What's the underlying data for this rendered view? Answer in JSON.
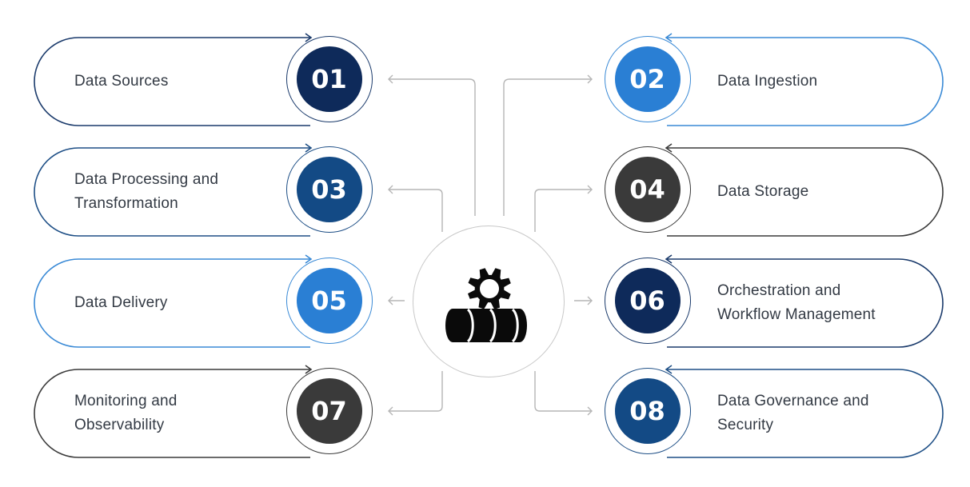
{
  "steps": [
    {
      "num": "01",
      "line1": "Data Sources",
      "line2": "",
      "side": "left",
      "color": "#0e2a5a",
      "outline": "#1a3a6b"
    },
    {
      "num": "02",
      "line1": "Data Ingestion",
      "line2": "",
      "side": "right",
      "color": "#2a7fd4",
      "outline": "#3a8ad6"
    },
    {
      "num": "03",
      "line1": "Data Processing and",
      "line2": "Transformation",
      "side": "left",
      "color": "#134a85",
      "outline": "#1e4f86"
    },
    {
      "num": "04",
      "line1": "Data Storage",
      "line2": "",
      "side": "right",
      "color": "#3a3a3a",
      "outline": "#3a3a3a"
    },
    {
      "num": "05",
      "line1": "Data Delivery",
      "line2": "",
      "side": "left",
      "color": "#2a7fd4",
      "outline": "#3a8ad6"
    },
    {
      "num": "06",
      "line1": "Orchestration and",
      "line2": "Workflow Management",
      "side": "right",
      "color": "#0e2a5a",
      "outline": "#1a3a6b"
    },
    {
      "num": "07",
      "line1": "Monitoring and",
      "line2": "Observability",
      "side": "left",
      "color": "#3a3a3a",
      "outline": "#3a3a3a"
    },
    {
      "num": "08",
      "line1": "Data Governance and",
      "line2": "Security",
      "side": "right",
      "color": "#134a85",
      "outline": "#1e4f86"
    }
  ],
  "hub": {
    "icon": "gear-pipeline-icon"
  },
  "connector_color": "#b5b5b5"
}
